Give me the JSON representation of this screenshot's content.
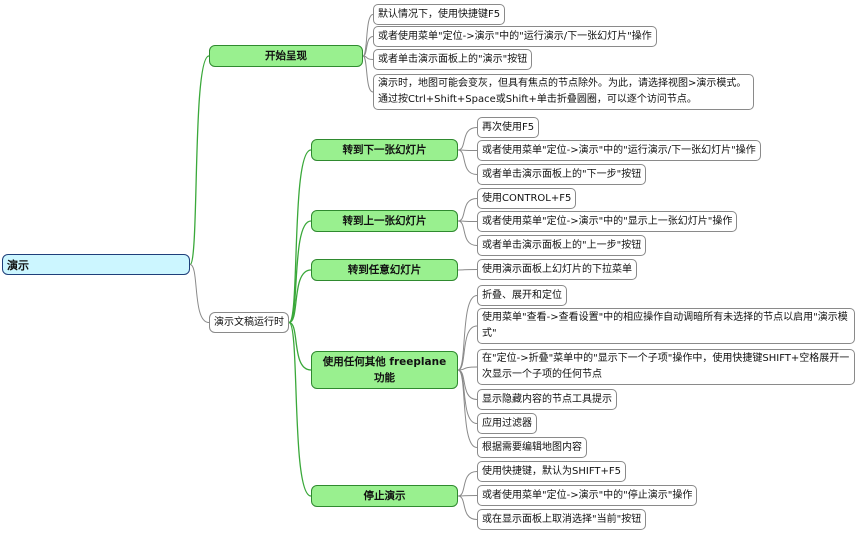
{
  "root": {
    "label": "演示"
  },
  "branches": {
    "start": {
      "label": "开始呈现",
      "items": [
        "默认情况下，使用快捷键F5",
        "或者使用菜单\"定位->演示\"中的\"运行演示/下一张幻灯片\"操作",
        "或者单击演示面板上的\"演示\"按钮",
        "演示时，地图可能会变灰，但具有焦点的节点除外。为此，请选择视图>演示模式。通过按Ctrl+Shift+Space或Shift+单击折叠圆圈，可以逐个访问节点。"
      ]
    },
    "running": {
      "label": "演示文稿运行时",
      "children": {
        "next": {
          "label": "转到下一张幻灯片",
          "items": [
            "再次使用F5",
            "或者使用菜单\"定位->演示\"中的\"运行演示/下一张幻灯片\"操作",
            "或者单击演示面板上的\"下一步\"按钮"
          ]
        },
        "prev": {
          "label": "转到上一张幻灯片",
          "items": [
            "使用CONTROL+F5",
            "或者使用菜单\"定位->演示\"中的\"显示上一张幻灯片\"操作",
            "或者单击演示面板上的\"上一步\"按钮"
          ]
        },
        "any": {
          "label": "转到任意幻灯片",
          "items": [
            "使用演示面板上幻灯片的下拉菜单"
          ]
        },
        "other": {
          "label": "使用任何其他 freeplane 功能",
          "items": [
            "折叠、展开和定位",
            "使用菜单\"查看->查看设置\"中的相应操作自动调暗所有未选择的节点以启用\"演示模式\"",
            "在\"定位->折叠\"菜单中的\"显示下一个子项\"操作中，使用快捷键SHIFT+空格展开一次显示一个子项的任何节点",
            "显示隐藏内容的节点工具提示",
            "应用过滤器",
            "根据需要编辑地图内容"
          ]
        },
        "stop": {
          "label": "停止演示",
          "items": [
            "使用快捷键，默认为SHIFT+F5",
            "或者使用菜单\"定位->演示\"中的\"停止演示\"操作",
            "或在显示面板上取消选择\"当前\"按钮"
          ]
        }
      }
    }
  },
  "colors": {
    "branch_edge": "#3aa83a",
    "leaf_edge": "#8a8a8a",
    "green_node": "#99f08f",
    "root_node": "#ccf6ff"
  }
}
